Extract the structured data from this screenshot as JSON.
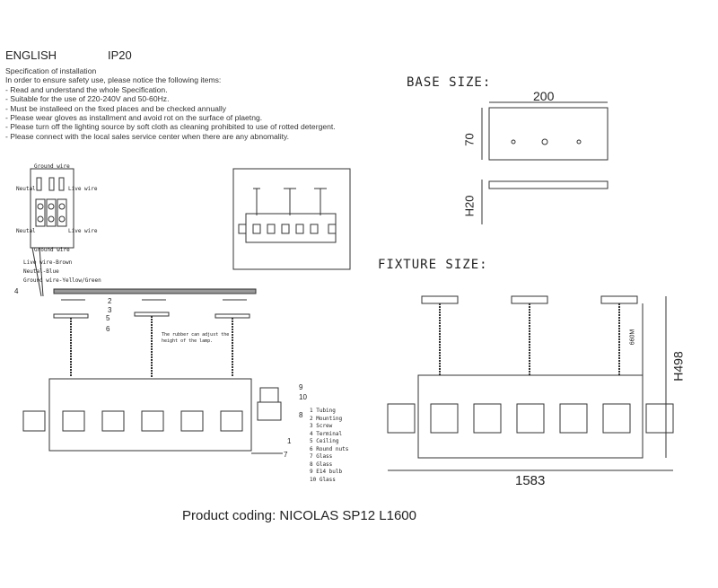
{
  "header": {
    "language": "ENGLISH",
    "ip_rating": "IP20"
  },
  "spec": {
    "title": "Specification of installation",
    "intro": "In order to ensure safety use, please notice the following items:",
    "items": [
      "- Read and understand the whole Specification.",
      "- Suitable for the use of 220-240V and 50-60Hz.",
      "- Must be installeed on the fixed places and be checked annually",
      "- Please wear gloves as installment and avoid rot on the surface of plaetng.",
      "- Please turn off the lighting source by soft cloth as cleaning prohibited to use of rotted detergent.",
      "- Please connect with the local sales service center when there are any abnomality."
    ]
  },
  "wiring": {
    "ground_top": "Ground wire",
    "neutral_top": "Neutal",
    "live_top": "Live wire",
    "neutral_bottom": "Neutal",
    "live_bottom": "Live wire",
    "ground_bottom": "Ground wire",
    "legend": [
      "Live wire-Brown",
      "Neutal-Blue",
      "Ground wire-Yellow/Green"
    ]
  },
  "install": {
    "callouts": [
      "4",
      "2",
      "3",
      "5",
      "6",
      "1",
      "7",
      "9",
      "10",
      "8"
    ],
    "rubber_note_1": "The rubber can adjust the",
    "rubber_note_2": "height of the lamp.",
    "parts": [
      "1 Tubing",
      "2 Mounting",
      "3 Screw",
      "4 Terminal",
      "5 Ceiling",
      "6 Round nuts",
      "7 Glass",
      "8 Glass",
      "9 E14 bulb",
      "10 Glass"
    ]
  },
  "base": {
    "title": "BASE SIZE:",
    "width": "200",
    "depth": "70",
    "height": "H20"
  },
  "fixture": {
    "title": "FIXTURE SIZE:",
    "length": "1583",
    "height": "H498",
    "chain": "660M"
  },
  "footer": {
    "product_coding": "Product coding: NICOLAS SP12 L1600"
  }
}
